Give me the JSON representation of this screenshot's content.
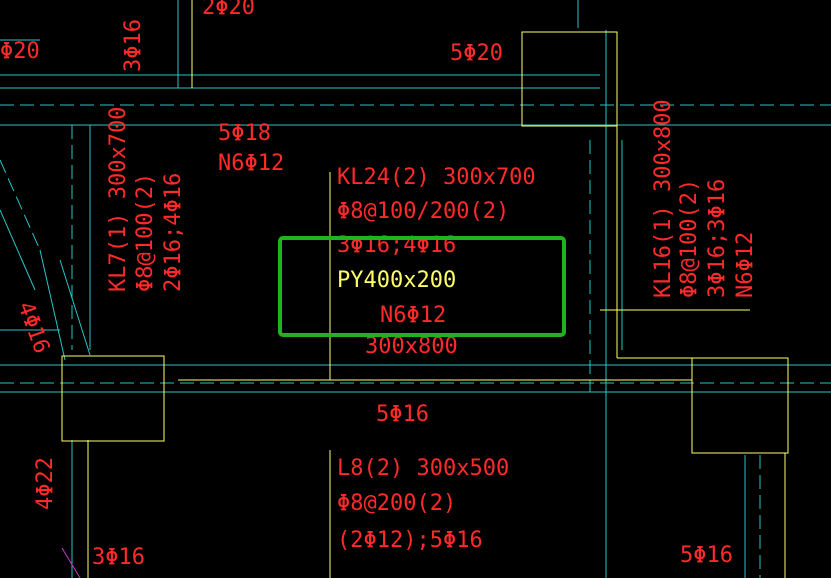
{
  "colors": {
    "background": "#000000",
    "grid_line": "#26c6c6",
    "beam_line": "#ffff66",
    "annotation_text": "#ff2a2a",
    "highlight_box": "#1fb31f"
  },
  "drawing": {
    "top_left_20": "Φ20",
    "top_left_16_vertical": "3Φ16",
    "top_center_20": "2Φ20",
    "top_right_20": "5Φ20",
    "upper_left_18": "5Φ18",
    "upper_left_n6": "N6Φ12",
    "kl24": {
      "line1": "KL24(2) 300x700",
      "line2": "Φ8@100/200(2)",
      "line3": "3Φ16;4Φ16"
    },
    "kl7": {
      "line1": "KL7(1) 300x700",
      "line2": "Φ8@100(2)",
      "line3": "2Φ16;4Φ16"
    },
    "kl16": {
      "line1": "KL16(1) 300x800",
      "line2": "Φ8@100(2)",
      "line3": "3Φ16;3Φ16",
      "line4": "N6Φ12"
    },
    "py": {
      "line1": "PY400x200",
      "line2": "N6Φ12",
      "line3": "300x800"
    },
    "left_diag_16": "4Φ16",
    "mid_16": "5Φ16",
    "l8": {
      "line1": "L8(2) 300x500",
      "line2": "Φ8@200(2)",
      "line3": "(2Φ12);5Φ16"
    },
    "left_22": "4Φ22",
    "bottom_left_16": "3Φ16",
    "bottom_right_16": "5Φ16"
  }
}
